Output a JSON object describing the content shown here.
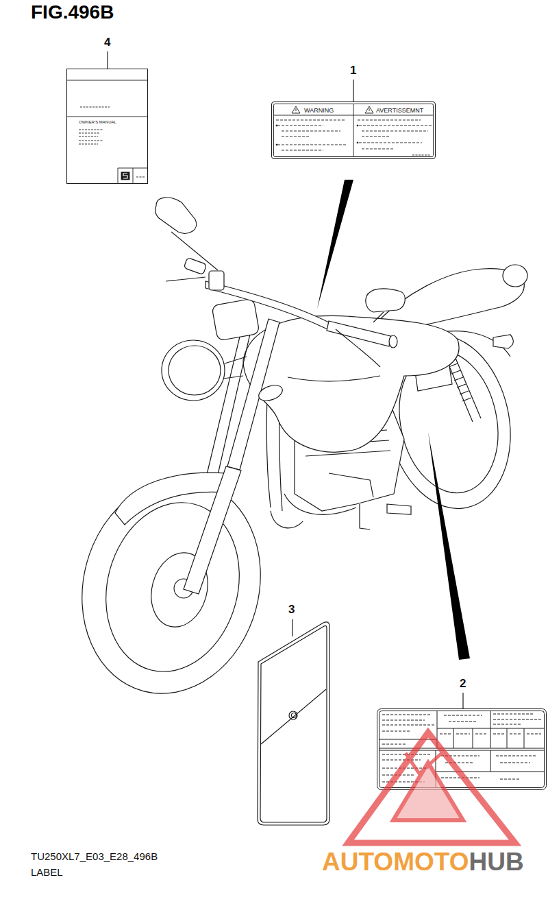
{
  "diagram": {
    "title": "FIG.496B",
    "nodes": [
      {
        "text": [
          "OWNER'S MANUAL"
        ]
      },
      {
        "text": [
          "WARNING",
          "AVERTISSEMNT"
        ]
      }
    ],
    "labels": [
      "4",
      "1",
      "3",
      "2",
      "TU250XL7_E03_E28_496B",
      "LABEL",
      "AUTOMOTO",
      "HUB"
    ]
  }
}
